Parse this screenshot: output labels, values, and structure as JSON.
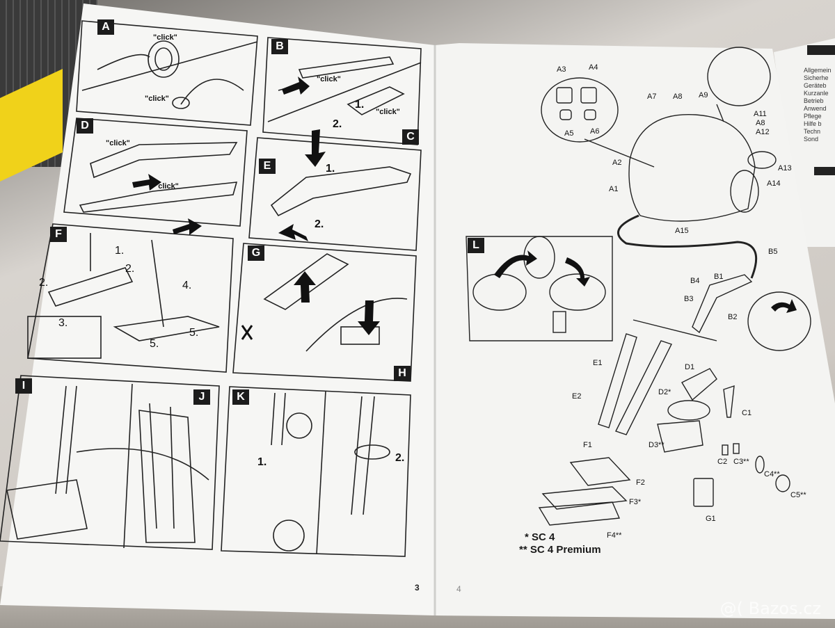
{
  "left_page": {
    "panels": [
      "A",
      "B",
      "C",
      "D",
      "E",
      "F",
      "G",
      "H",
      "I",
      "J",
      "K"
    ],
    "click_label": "\"click\"",
    "steps": {
      "b_1": "1.",
      "b_2": "2.",
      "e_1": "1.",
      "e_2": "2.",
      "f_1": "1.",
      "f_2": "2.",
      "f_2b": "2.",
      "f_3": "3.",
      "f_4": "4.",
      "f_5": "5.",
      "f_5b": "5.",
      "k_1": "1.",
      "k_2": "2."
    },
    "page_number": "3"
  },
  "right_page": {
    "panel_label": "L",
    "page_number": "4",
    "callouts": {
      "A1": "A1",
      "A2": "A2",
      "A3": "A3",
      "A4": "A4",
      "A5": "A5",
      "A6": "A6",
      "A7": "A7",
      "A8": "A8",
      "A9": "A9",
      "A11": "A11",
      "A8b": "A8",
      "A12": "A12",
      "A13": "A13",
      "A14": "A14",
      "A15": "A15",
      "B1": "B1",
      "B2": "B2",
      "B3": "B3",
      "B4": "B4",
      "B5": "B5",
      "C1": "C1",
      "C2": "C2",
      "C3": "C3**",
      "C4": "C4**",
      "C5": "C5**",
      "D1": "D1",
      "D2": "D2*",
      "D3": "D3**",
      "E1": "E1",
      "E2": "E2",
      "F1": "F1",
      "F2": "F2",
      "F3": "F3*",
      "F4": "F4**",
      "G1": "G1"
    },
    "footnotes": [
      "* SC 4",
      "** SC 4 Premium"
    ]
  },
  "third_page_snippets": [
    "Allgemein",
    "Sicherhe",
    "Geräteb",
    "Kurzanle",
    "Betrieb",
    "Anwend",
    "Pflege",
    "Hilfe b",
    "Techn",
    "Sond"
  ],
  "watermark": "@( Bazos.cz"
}
